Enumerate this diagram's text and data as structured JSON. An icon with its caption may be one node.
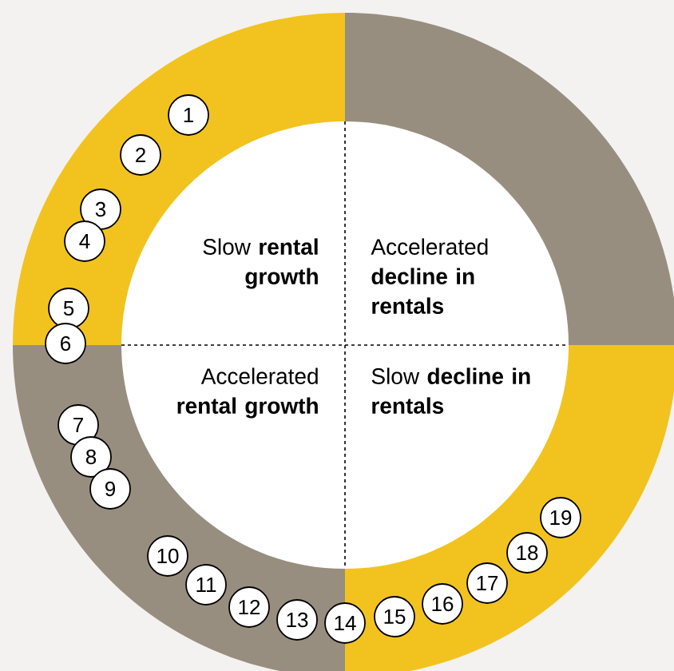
{
  "diagram": {
    "nodes": [
      {
        "text": [
          "1"
        ]
      },
      {
        "text": [
          "2"
        ]
      },
      {
        "text": [
          "3"
        ]
      },
      {
        "text": [
          "4"
        ]
      },
      {
        "text": [
          "5"
        ]
      },
      {
        "text": [
          "6"
        ]
      },
      {
        "text": [
          "7"
        ]
      },
      {
        "text": [
          "8"
        ]
      },
      {
        "text": [
          "9"
        ]
      },
      {
        "text": [
          "10"
        ]
      },
      {
        "text": [
          "11"
        ]
      },
      {
        "text": [
          "12"
        ]
      },
      {
        "text": [
          "13"
        ]
      },
      {
        "text": [
          "14"
        ]
      },
      {
        "text": [
          "15"
        ]
      },
      {
        "text": [
          "16"
        ]
      },
      {
        "text": [
          "17"
        ]
      },
      {
        "text": [
          "18"
        ]
      },
      {
        "text": [
          "19"
        ]
      }
    ],
    "labels": [
      "Slow **rental growth**",
      "Accelerated **decline in rentals**",
      "Accelerated **rental growth**",
      "Slow **decline in rentals**"
    ]
  }
}
